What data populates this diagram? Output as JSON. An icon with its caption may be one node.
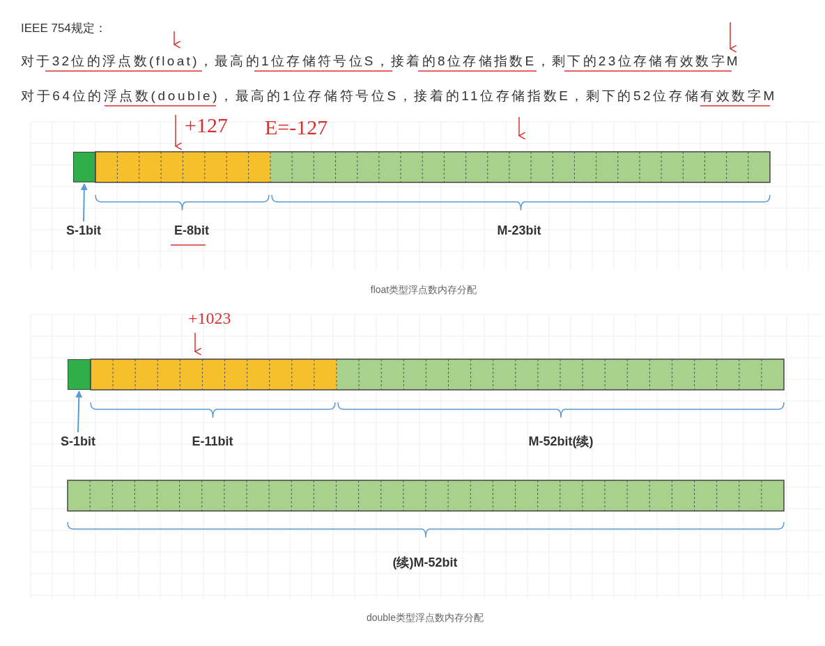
{
  "diagram": {
    "nodes": [
      {
        "text": [],
        "shape": "box"
      },
      {
        "text": [
          "S-1bit"
        ]
      },
      {
        "text": [],
        "shape": "box"
      },
      {
        "text": [
          "S-1bit"
        ]
      }
    ],
    "edges": [
      {
        "from": 1,
        "to": 0,
        "arrow": "to"
      },
      {
        "from": 3,
        "to": 2,
        "arrow": "to"
      }
    ],
    "labels": [
      "IEEE 754规定：",
      "对于32位的浮点数(float)，最高的1位存储符号位S，接着的8位存储指数E，剩下的23位存储有效数字M",
      "对于64位的浮点数(double)，最高的1位存储符号位S，接着的11位存储指数E，剩下的52位存储有效数字M",
      "+127",
      "E=-127",
      "E-8bit",
      "M-23bit",
      "float类型浮点数内存分配",
      "+1023",
      "E-11bit",
      "M-52bit(续)",
      "(续)M-52bit",
      "double类型浮点数内存分配"
    ]
  }
}
